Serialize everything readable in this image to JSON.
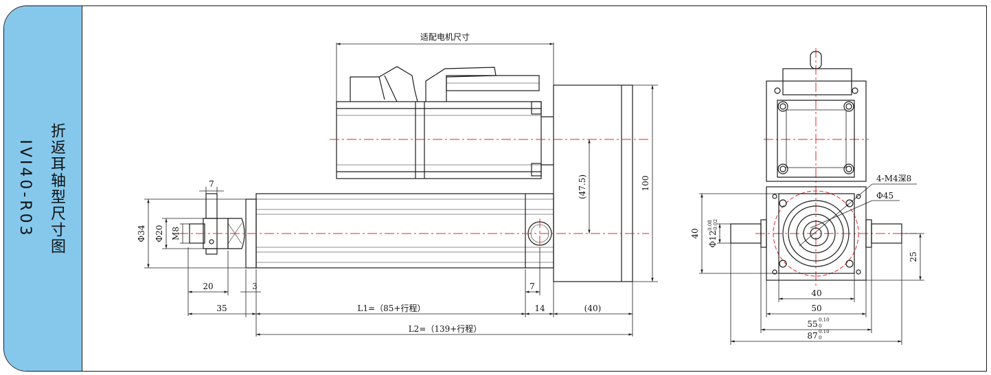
{
  "tab": {
    "title": "折返耳轴型尺寸图",
    "model": "IVI40-R03"
  },
  "drawing": {
    "motor_label": "适配电机尺寸",
    "dims": {
      "d7_top": "7",
      "d34": "Φ34",
      "d20": "Φ20",
      "m8": "M8",
      "d20_len": "20",
      "d3": "3",
      "d35": "35",
      "l1": "L1=（85+行程）",
      "d7_bot": "7",
      "d14": "14",
      "d40_paren": "(40)",
      "l2": "L2=（139+行程）",
      "d47_5": "(47.5)",
      "d100": "100"
    },
    "side": {
      "holes": "4-M4深8",
      "d45": "Φ45",
      "d40_v": "40",
      "d12": "Φ12",
      "d12_tol_up": "0.08",
      "d12_tol_low": "-0.02",
      "d25": "25",
      "d40_h": "40",
      "d50": "50",
      "d55": "55",
      "d55_tol_up": "0.10",
      "d55_tol_low": "0",
      "d87": "87",
      "d87_tol_up": "0.10",
      "d87_tol_low": "0"
    }
  },
  "colors": {
    "tab_bg": "#86c8ec",
    "line": "#1a1a1a",
    "center_line": "#e0262b"
  }
}
